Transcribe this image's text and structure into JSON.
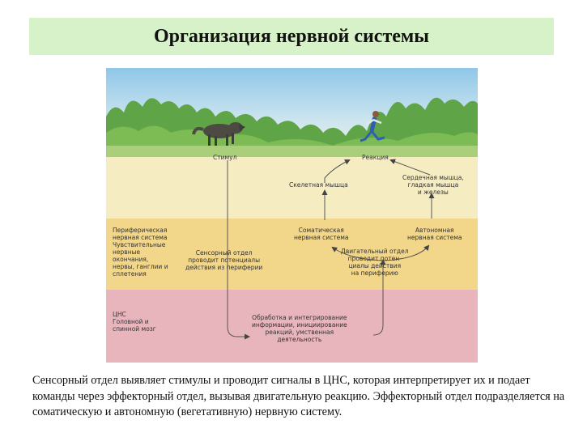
{
  "title": "Организация нервной системы",
  "diagram": {
    "stimulus": "Стимул",
    "reaction": "Реакция",
    "skeletal_muscle": "Скелетная мышца",
    "heart_muscle": "Сердечная мышца,\nгладкая мышца\nи железы",
    "pns_label": "Периферическая\nнервная система\nЧувствительные\nнервные\nокончания,\nнервы, ганглии и\nсплетения",
    "somatic_ns": "Соматическая\nнервная система",
    "autonomic_ns": "Автономная\nнервная система",
    "sensory_division": "Сенсорный отдел\nпроводит потенциалы\nдействия из периферии",
    "motor_division": "Двигательный отдел\nпроводит потен-\nциалы действия\nна периферию",
    "cns_label": "ЦНС\nГоловной и\nспинной мозг",
    "processing": "Обработка и интегрирование\nинформации, инициирование\nреакций, умственная\nдеятельность"
  },
  "caption": "Сенсорный отдел выявляет стимулы и проводит сигналы в ЦНС, которая интерпретирует их и подает команды через эффекторный отдел, вызывая двигательную реакцию. Эффекторный отдел подразделяется на соматическую и автономную (вегетативную) нервную систему."
}
